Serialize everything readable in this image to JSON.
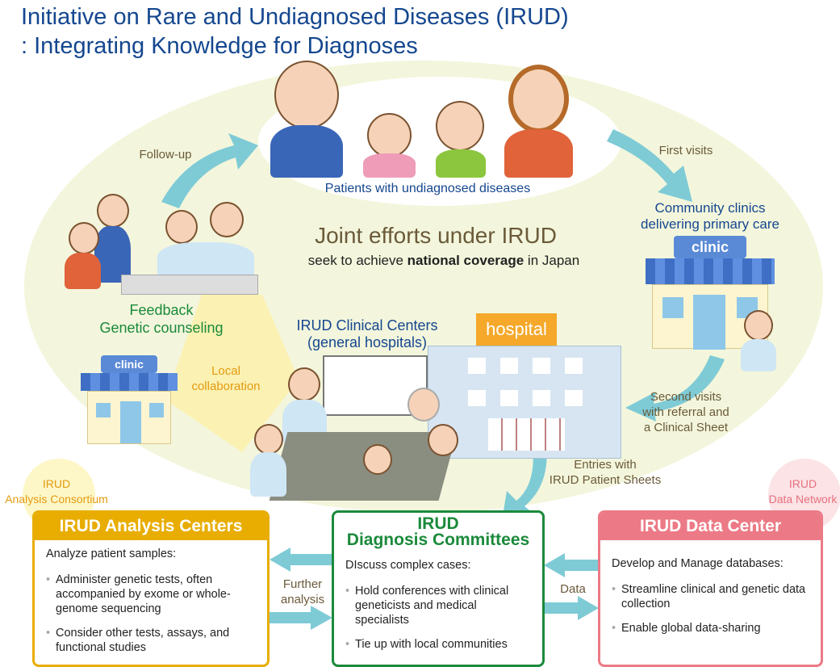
{
  "title": {
    "line1": "Initiative on Rare and Undiagnosed Diseases (IRUD)",
    "line2": ": Integrating Knowledge for Diagnoses"
  },
  "center": {
    "heading": "Joint efforts under IRUD",
    "sub_pre": "seek to achieve ",
    "sub_bold": "national coverage",
    "sub_post": " in Japan"
  },
  "labels": {
    "patients": "Patients with undiagnosed diseases",
    "follow_up": "Follow-up",
    "first_visits": "First visits",
    "community_clinics": [
      "Community clinics",
      "delivering primary care"
    ],
    "feedback": [
      "Feedback",
      "Genetic counseling"
    ],
    "clinical_centers": [
      "IRUD Clinical Centers",
      "(general hospitals)"
    ],
    "local_collab": [
      "Local",
      "collaboration"
    ],
    "second_visits": [
      "Second visits",
      "with referral and",
      "a Clinical Sheet"
    ],
    "entries": [
      "Entries with",
      "IRUD Patient Sheets"
    ],
    "further_analysis": [
      "Further",
      "analysis"
    ],
    "data": "Data",
    "consortium": [
      "IRUD",
      "Analysis Consortium"
    ],
    "data_network": [
      "IRUD",
      "Data Network"
    ],
    "clinic_sign": "clinic",
    "hospital_sign": "hospital"
  },
  "boxes": {
    "analysis": {
      "title": "IRUD Analysis Centers",
      "intro": "Analyze patient samples:",
      "items": [
        "Administer genetic tests, often accompanied by exome or whole-genome sequencing",
        "Consider other tests, assays, and functional studies"
      ],
      "color": "#e8ad00"
    },
    "diagnosis": {
      "title": [
        "IRUD",
        "Diagnosis Committees"
      ],
      "intro": "DIscuss complex cases:",
      "items": [
        "Hold conferences with clinical geneticists and medical specialists",
        "Tie up with local communities"
      ],
      "color": "#1b8a3b"
    },
    "datacenter": {
      "title": "IRUD Data Center",
      "intro": "Develop and Manage databases:",
      "items": [
        "Streamline clinical and genetic data collection",
        "Enable global data-sharing"
      ],
      "color": "#ec7a86"
    }
  },
  "arrow_color": "#7ecbd6"
}
